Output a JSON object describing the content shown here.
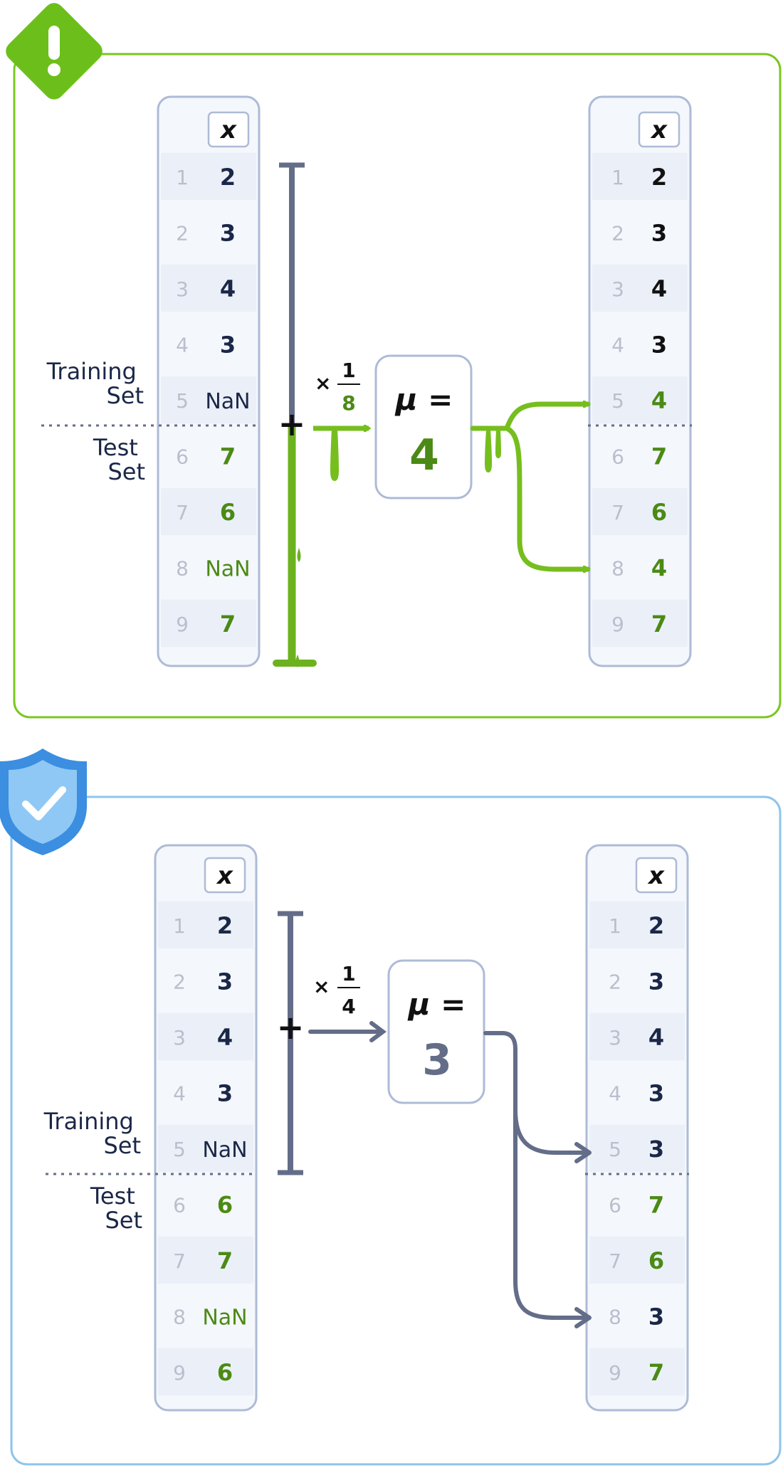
{
  "colors": {
    "navy": "#1b2748",
    "green": "#4b8a14",
    "green_bright": "#76be1e",
    "slate": "#646d88",
    "index_gray": "#b9bfcc",
    "table_border": "#aebbd6",
    "table_fill": "#f4f7fc",
    "panel_green": "#7cc622",
    "panel_blue": "#8ec4ec",
    "shield_blue": "#3b8ee0"
  },
  "icons": {
    "warning": "warning-diamond-icon",
    "safe": "shield-check-icon"
  },
  "panels": [
    {
      "id": "leaky",
      "table_header": "x",
      "rows": [
        {
          "i": "1",
          "v": "2",
          "tone": "navy"
        },
        {
          "i": "2",
          "v": "3",
          "tone": "navy"
        },
        {
          "i": "3",
          "v": "4",
          "tone": "navy"
        },
        {
          "i": "4",
          "v": "3",
          "tone": "navy"
        },
        {
          "i": "5",
          "v": "NaN",
          "tone": "navy"
        },
        {
          "i": "6",
          "v": "7",
          "tone": "green"
        },
        {
          "i": "7",
          "v": "6",
          "tone": "green"
        },
        {
          "i": "8",
          "v": "NaN",
          "tone": "green"
        },
        {
          "i": "9",
          "v": "7",
          "tone": "green"
        }
      ],
      "out_rows": [
        {
          "i": "1",
          "v": "2",
          "tone": "black"
        },
        {
          "i": "2",
          "v": "3",
          "tone": "black"
        },
        {
          "i": "3",
          "v": "4",
          "tone": "black"
        },
        {
          "i": "4",
          "v": "3",
          "tone": "black"
        },
        {
          "i": "5",
          "v": "4",
          "tone": "green"
        },
        {
          "i": "6",
          "v": "7",
          "tone": "green"
        },
        {
          "i": "7",
          "v": "6",
          "tone": "green"
        },
        {
          "i": "8",
          "v": "4",
          "tone": "green"
        },
        {
          "i": "9",
          "v": "7",
          "tone": "green"
        }
      ],
      "training_label": [
        "Training",
        "Set"
      ],
      "test_label": [
        "Test",
        "Set"
      ],
      "times": "×",
      "frac_num": "1",
      "frac_den": "8",
      "mu_label": "μ =",
      "mu_value": "4"
    },
    {
      "id": "safe",
      "table_header": "x",
      "rows": [
        {
          "i": "1",
          "v": "2",
          "tone": "navy"
        },
        {
          "i": "2",
          "v": "3",
          "tone": "navy"
        },
        {
          "i": "3",
          "v": "4",
          "tone": "navy"
        },
        {
          "i": "4",
          "v": "3",
          "tone": "navy"
        },
        {
          "i": "5",
          "v": "NaN",
          "tone": "navy"
        },
        {
          "i": "6",
          "v": "6",
          "tone": "green"
        },
        {
          "i": "7",
          "v": "7",
          "tone": "green"
        },
        {
          "i": "8",
          "v": "NaN",
          "tone": "green"
        },
        {
          "i": "9",
          "v": "6",
          "tone": "green"
        }
      ],
      "out_rows": [
        {
          "i": "1",
          "v": "2",
          "tone": "navy"
        },
        {
          "i": "2",
          "v": "3",
          "tone": "navy"
        },
        {
          "i": "3",
          "v": "4",
          "tone": "navy"
        },
        {
          "i": "4",
          "v": "3",
          "tone": "navy"
        },
        {
          "i": "5",
          "v": "3",
          "tone": "navy"
        },
        {
          "i": "6",
          "v": "7",
          "tone": "green"
        },
        {
          "i": "7",
          "v": "6",
          "tone": "green"
        },
        {
          "i": "8",
          "v": "3",
          "tone": "navy"
        },
        {
          "i": "9",
          "v": "7",
          "tone": "green"
        }
      ],
      "training_label": [
        "Training",
        "Set"
      ],
      "test_label": [
        "Test",
        "Set"
      ],
      "times": "×",
      "frac_num": "1",
      "frac_den": "4",
      "mu_label": "μ =",
      "mu_value": "3"
    }
  ]
}
